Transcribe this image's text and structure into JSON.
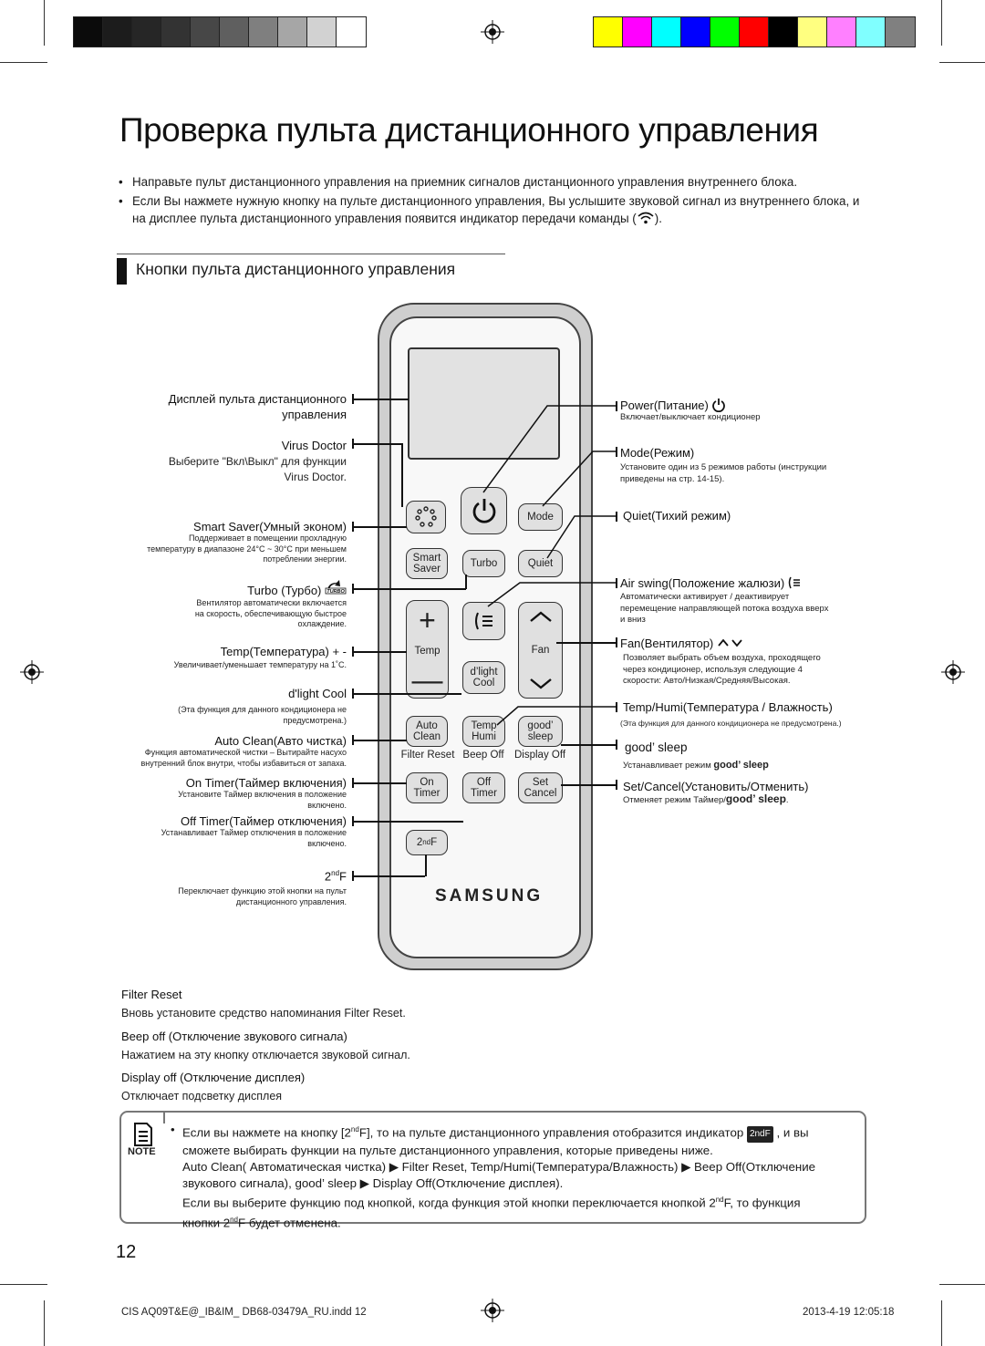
{
  "colors": {
    "gray_bar": [
      "#0b0b0b",
      "#1c1c1c",
      "#262626",
      "#333333",
      "#474747",
      "#5f5f5f",
      "#7f7f7f",
      "#a6a6a6",
      "#d2d2d2",
      "#ffffff"
    ],
    "color_bar": [
      "#ffff00",
      "#ff00ff",
      "#00ffff",
      "#0000ff",
      "#00ff00",
      "#ff0000",
      "#000000",
      "#ffff80",
      "#ff80ff",
      "#80ffff",
      "#808080"
    ]
  },
  "title": "Проверка пульта дистанционного управления",
  "bullets": [
    "Направьте пульт дистанционного управления на приемник сигналов дистанционного управления внутреннего блока.",
    "Если Вы нажмете нужную кнопку на пульте дистанционного управления, Вы услышите звуковой сигнал из внутреннего блока, и на дисплее пульта дистанционного управления появится индикатор передачи команды (",
    ")."
  ],
  "section_title": "Кнопки пульта дистанционного управления",
  "remote": {
    "brand": "SAMSUNG",
    "buttons": {
      "mode": "Mode",
      "smart_saver_1": "Smart",
      "smart_saver_2": "Saver",
      "turbo": "Turbo",
      "quiet": "Quiet",
      "temp": "Temp",
      "fan": "Fan",
      "dlight_1": "d’light",
      "dlight_2": "Cool",
      "auto_1": "Auto",
      "auto_2": "Clean",
      "temp_humi_1": "Temp",
      "temp_humi_2": "Humi",
      "good_sleep_1": "good’",
      "good_sleep_2": "sleep",
      "filter_reset": "Filter Reset",
      "beep_off": "Beep Off",
      "display_off": "Display Off",
      "on_timer_1": "On",
      "on_timer_2": "Timer",
      "off_timer_1": "Off",
      "off_timer_2": "Timer",
      "set_1": "Set",
      "set_2": "Cancel",
      "second_f": "2",
      "second_f_sup": "nd",
      "second_f_tail": "F"
    }
  },
  "left_labels": {
    "display_1": "Дисплей пульта дистанционного",
    "display_2": "управления",
    "virus_h": "Virus Doctor",
    "virus_s1": "Выберите \"Вкл\\Выкл\" для функции",
    "virus_s2": "Virus Doctor",
    "smart_h": "Smart Saver(Умный эконом)",
    "smart_s1": "Поддерживает в помещении прохладную",
    "smart_s2": "температуру в диапазоне 24°C ~ 30°C  при меньшем",
    "smart_s3": "потреблении энергии.",
    "turbo_h": "Turbo (Турбо)",
    "turbo_s1": "Вентилятор автоматически включается",
    "turbo_s2": "на скорость, обеспечивающую быстрое",
    "turbo_s3": "охлаждение.",
    "temp_h": "Temp(Температура) + -",
    "temp_s1": "Увеличивает/уменьшает температуру на 1˚C.",
    "dlight_h": "d'light Cool",
    "dlight_s1": "(Эта функция для данного кондиционера не",
    "dlight_s2": "предусмотрена.)",
    "auto_h": "Auto Clean(Авто чистка)",
    "auto_s1": "Функция автоматической чистки – Вытирайте насухо",
    "auto_s2": "внутренний блок внутри, чтобы избавиться от запаха.",
    "on_h": "On Timer(Таймер включения)",
    "on_s1": "Установите Таймер включения в положение",
    "on_s2": "включено.",
    "off_h": "Off Timer(Таймер отключения)",
    "off_s1": "Устанавливает Таймер отключения в положение",
    "off_s2": "включено.",
    "f2_h": "2",
    "f2_sup": "nd",
    "f2_tail": "F",
    "f2_s1": "Переключает функцию этой кнопки на пульт",
    "f2_s2": "дистанционного управления."
  },
  "right_labels": {
    "power_h": "Power(Питание)",
    "power_s1": "Включает/выключает кондиционер",
    "mode_h": "Mode(Режим)",
    "mode_s1": "Установите один из 5 режимов работы (инструкции",
    "mode_s2": "приведены на стр. 14-15).",
    "quiet_h": "Quiet(Тихий режим)",
    "swing_h": "Air swing(Положение жалюзи)",
    "swing_s1": "Автоматически активирует / деактивирует",
    "swing_s2": "перемещение направляющей потока воздуха вверх",
    "swing_s3": "и вниз",
    "fan_h": "Fan(Вентилятор)",
    "fan_s1": "Позволяет выбрать объем воздуха, проходящего",
    "fan_s2": "через кондиционер, используя следующие 4",
    "fan_s3": "скорости: Авто/Низкая/Средняя/Высокая.",
    "th_h": "Temp/Humi(Температура / Влажность)",
    "th_s1": "(Эта функция для данного кондиционера не предусмотрена.)",
    "gs_h": "good’ sleep",
    "gs_s1": "Устанавливает режим",
    "gs_s1b": "good’ sleep",
    "set_h": "Set/Cancel(Установить/Отменить)",
    "set_s1": "Отменяет режим Таймер/",
    "set_s1b": "good’ sleep",
    "set_s1c": "."
  },
  "bottom": {
    "filter_h": "Filter Reset",
    "filter_s": "Вновь установите средство напоминания Filter Reset.",
    "beep_h": "Beep off (Отключение звукового сигнала)",
    "beep_s": "Нажатием на эту кнопку отключается звуковой сигнал.",
    "disp_h": "Display off  (Отключение дисплея)",
    "disp_s": "Отключает подсветку дисплея"
  },
  "note": {
    "label": "NOTE",
    "p1a": "Если вы нажмете на кнопку [2",
    "sup": "nd",
    "p1b": "F], то на пульте дистанционного управления отобразится индикатор",
    "tag": "2ndF",
    "p1c": ", и вы",
    "p2": "сможете выбирать функции на пульте дистанционного управления, которые приведены ниже.",
    "p3": "Auto Clean( Автоматическая чистка) ▶ Filter Reset, Temp/Humi(Температура/Влажность) ▶ Beep Off(Отключение",
    "p4": "звукового сигнала), good’ sleep ▶ Display Off(Отключение дисплея).",
    "p5a": "Если вы выберите функцию под кнопкой, когда функция этой кнопки переключается кнопкой 2",
    "p5b": "F, то функция",
    "p6a": "кнопки 2",
    "p6b": "F будет отменена."
  },
  "page_number": "12",
  "footer": {
    "left": "CIS AQ09T&E@_IB&IM_ DB68-03479A_RU.indd   12",
    "right": "2013-4-19   12:05:18"
  }
}
